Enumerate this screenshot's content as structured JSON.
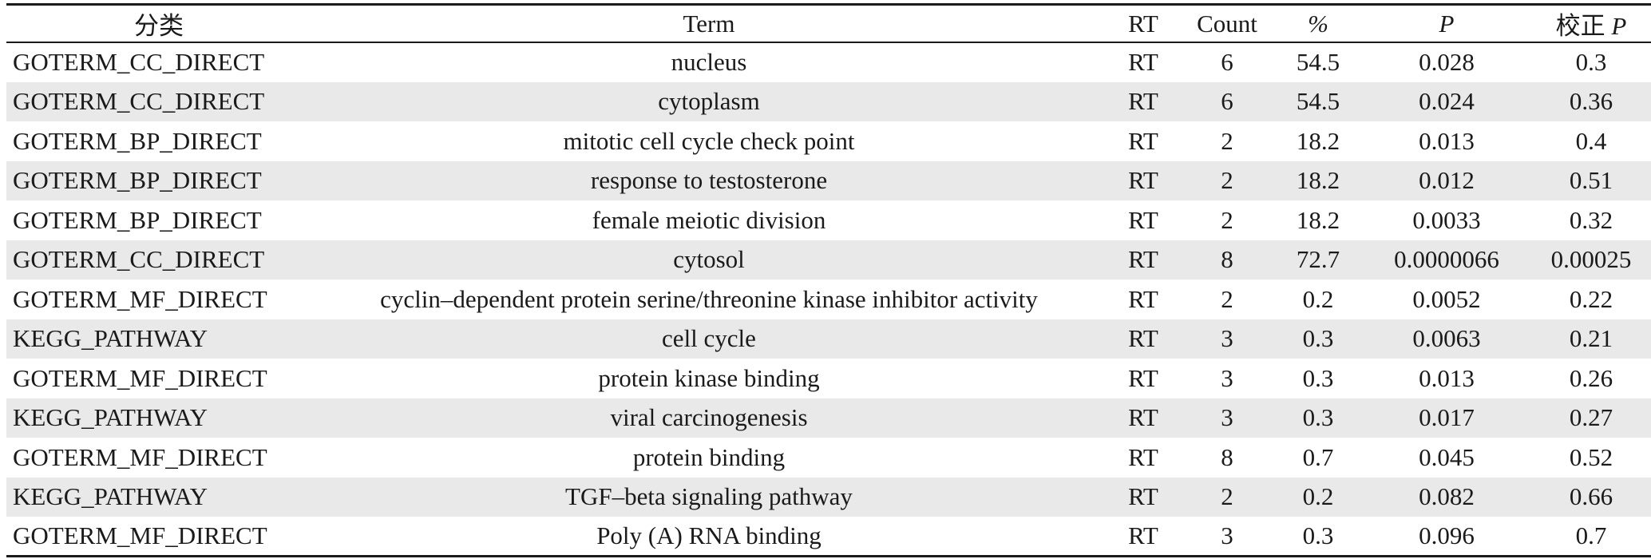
{
  "columns": {
    "category": "分类",
    "term": "Term",
    "rt": "RT",
    "count": "Count",
    "percent": "%",
    "p": "P",
    "adjusted_prefix": "校正 ",
    "adjusted_p": "P"
  },
  "rows": [
    {
      "category": "GOTERM_CC_DIRECT",
      "term": "nucleus",
      "rt": "RT",
      "count": "6",
      "percent": "54.5",
      "p": "0.028",
      "adj_p": "0.3"
    },
    {
      "category": "GOTERM_CC_DIRECT",
      "term": "cytoplasm",
      "rt": "RT",
      "count": "6",
      "percent": "54.5",
      "p": "0.024",
      "adj_p": "0.36"
    },
    {
      "category": "GOTERM_BP_DIRECT",
      "term": "mitotic cell cycle check point",
      "rt": "RT",
      "count": "2",
      "percent": "18.2",
      "p": "0.013",
      "adj_p": "0.4"
    },
    {
      "category": "GOTERM_BP_DIRECT",
      "term": "response to testosterone",
      "rt": "RT",
      "count": "2",
      "percent": "18.2",
      "p": "0.012",
      "adj_p": "0.51"
    },
    {
      "category": "GOTERM_BP_DIRECT",
      "term": "female meiotic division",
      "rt": "RT",
      "count": "2",
      "percent": "18.2",
      "p": "0.0033",
      "adj_p": "0.32"
    },
    {
      "category": "GOTERM_CC_DIRECT",
      "term": "cytosol",
      "rt": "RT",
      "count": "8",
      "percent": "72.7",
      "p": "0.0000066",
      "adj_p": "0.00025"
    },
    {
      "category": "GOTERM_MF_DIRECT",
      "term": "cyclin–dependent protein serine/threonine kinase inhibitor activity",
      "rt": "RT",
      "count": "2",
      "percent": "0.2",
      "p": "0.0052",
      "adj_p": "0.22"
    },
    {
      "category": "KEGG_PATHWAY",
      "term": "cell cycle",
      "rt": "RT",
      "count": "3",
      "percent": "0.3",
      "p": "0.0063",
      "adj_p": "0.21"
    },
    {
      "category": "GOTERM_MF_DIRECT",
      "term": "protein kinase binding",
      "rt": "RT",
      "count": "3",
      "percent": "0.3",
      "p": "0.013",
      "adj_p": "0.26"
    },
    {
      "category": "KEGG_PATHWAY",
      "term": "viral carcinogenesis",
      "rt": "RT",
      "count": "3",
      "percent": "0.3",
      "p": "0.017",
      "adj_p": "0.27"
    },
    {
      "category": "GOTERM_MF_DIRECT",
      "term": "protein binding",
      "rt": "RT",
      "count": "8",
      "percent": "0.7",
      "p": "0.045",
      "adj_p": "0.52"
    },
    {
      "category": "KEGG_PATHWAY",
      "term": "TGF–beta signaling pathway",
      "rt": "RT",
      "count": "2",
      "percent": "0.2",
      "p": "0.082",
      "adj_p": "0.66"
    },
    {
      "category": "GOTERM_MF_DIRECT",
      "term": "Poly (A) RNA binding",
      "rt": "RT",
      "count": "3",
      "percent": "0.3",
      "p": "0.096",
      "adj_p": "0.7"
    }
  ]
}
